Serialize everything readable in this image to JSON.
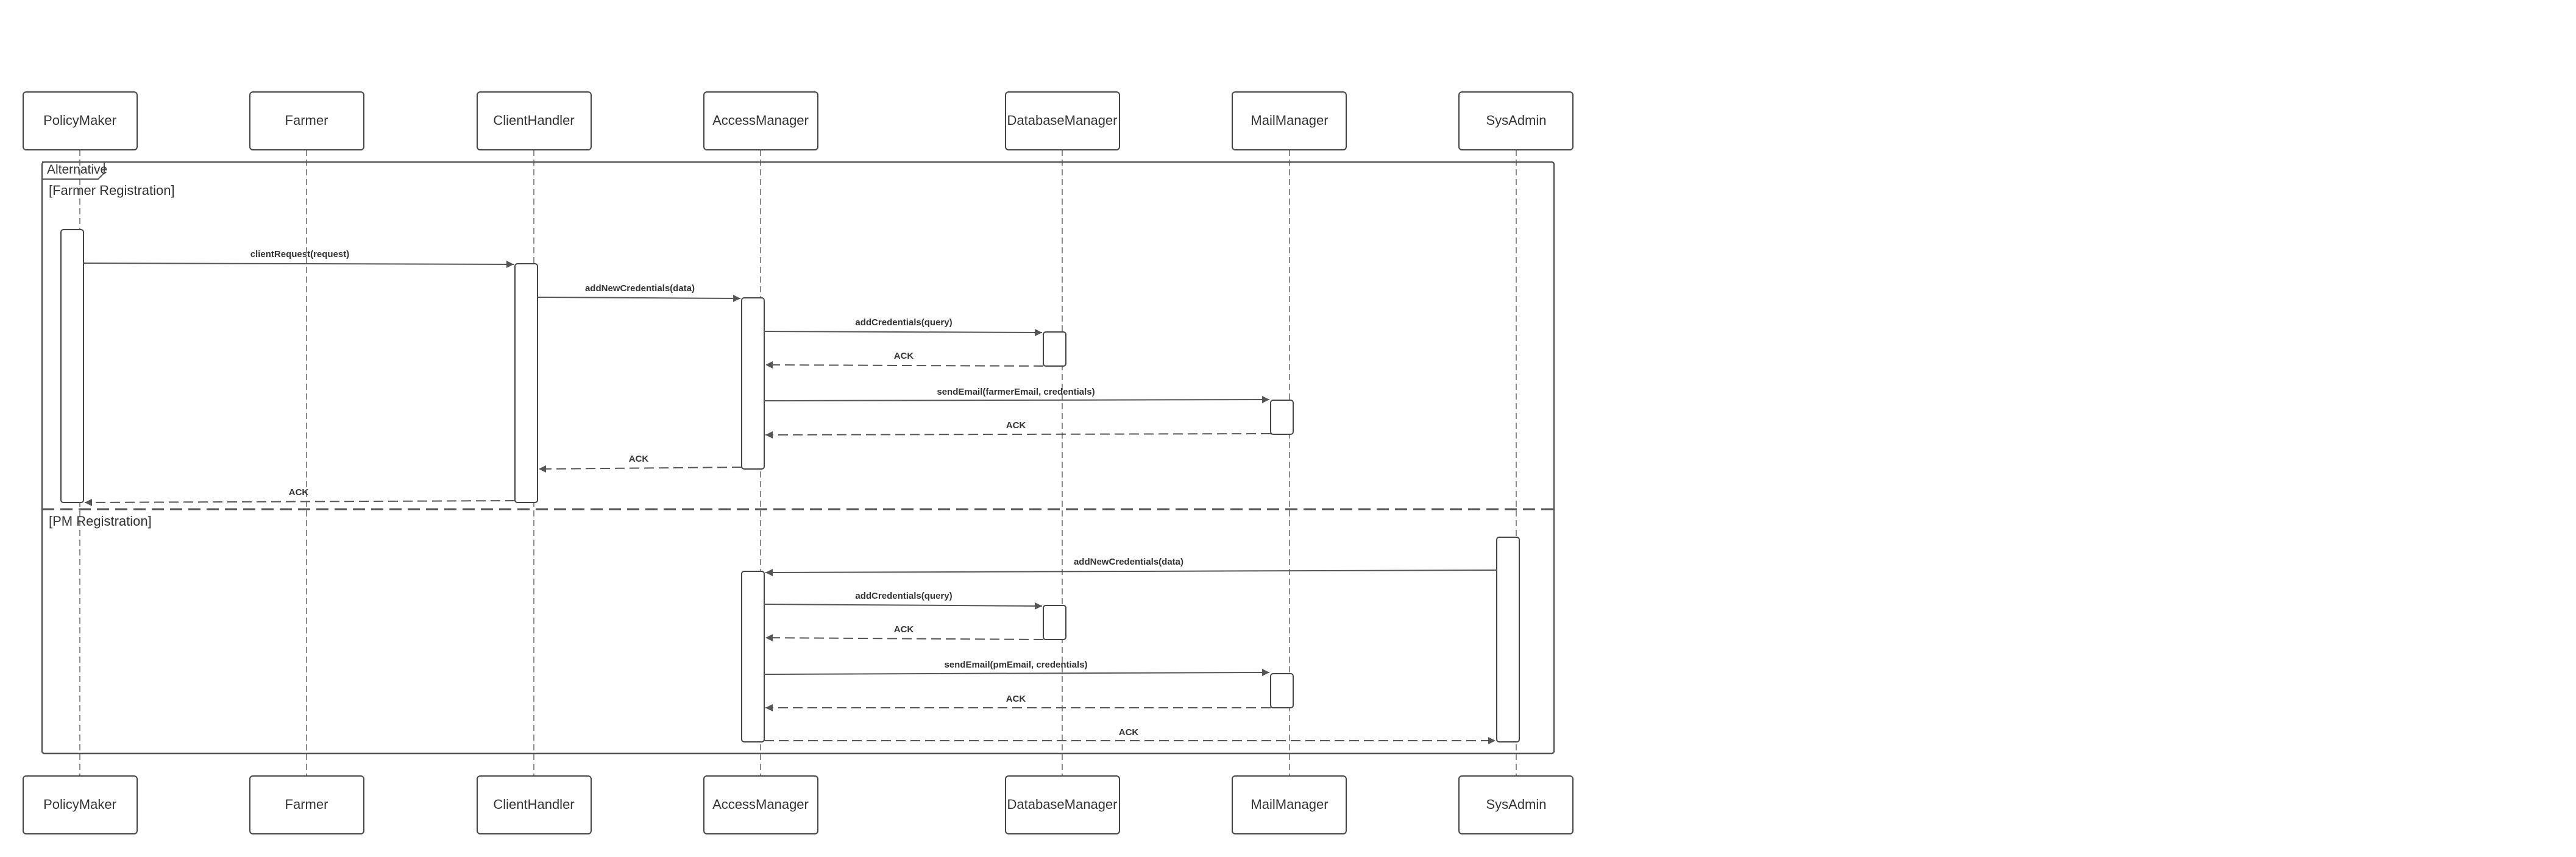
{
  "participants": [
    {
      "id": "policymaker",
      "label": "PolicyMaker"
    },
    {
      "id": "farmer",
      "label": "Farmer"
    },
    {
      "id": "clienthandler",
      "label": "ClientHandler"
    },
    {
      "id": "accessmanager",
      "label": "AccessManager"
    },
    {
      "id": "databasemanager",
      "label": "DatabaseManager"
    },
    {
      "id": "mailmanager",
      "label": "MailManager"
    },
    {
      "id": "sysadmin",
      "label": "SysAdmin"
    }
  ],
  "fragment": {
    "title": "Alternative",
    "guards": [
      "[Farmer Registration]",
      "[PM Registration]"
    ]
  },
  "messages": [
    {
      "from": "policymaker",
      "to": "clienthandler",
      "label": "clientRequest(request)",
      "style": "solid"
    },
    {
      "from": "clienthandler",
      "to": "accessmanager",
      "label": "addNewCredentials(data)",
      "style": "solid"
    },
    {
      "from": "accessmanager",
      "to": "databasemanager",
      "label": "addCredentials(query)",
      "style": "solid"
    },
    {
      "from": "databasemanager",
      "to": "accessmanager",
      "label": "ACK",
      "style": "dashed"
    },
    {
      "from": "accessmanager",
      "to": "mailmanager",
      "label": "sendEmail(farmerEmail, credentials)",
      "style": "solid"
    },
    {
      "from": "mailmanager",
      "to": "accessmanager",
      "label": "ACK",
      "style": "dashed"
    },
    {
      "from": "accessmanager",
      "to": "clienthandler",
      "label": "ACK",
      "style": "dashed"
    },
    {
      "from": "clienthandler",
      "to": "policymaker",
      "label": "ACK",
      "style": "dashed"
    },
    {
      "from": "sysadmin",
      "to": "accessmanager",
      "label": "addNewCredentials(data)",
      "style": "solid"
    },
    {
      "from": "accessmanager",
      "to": "databasemanager",
      "label": "addCredentials(query)",
      "style": "solid"
    },
    {
      "from": "databasemanager",
      "to": "accessmanager",
      "label": "ACK",
      "style": "dashed"
    },
    {
      "from": "accessmanager",
      "to": "mailmanager",
      "label": "sendEmail(pmEmail, credentials)",
      "style": "solid"
    },
    {
      "from": "mailmanager",
      "to": "accessmanager",
      "label": "ACK",
      "style": "dashed"
    },
    {
      "from": "accessmanager",
      "to": "sysadmin",
      "label": "ACK",
      "style": "dashed"
    }
  ],
  "colors": {
    "line": "#555555",
    "box_stroke": "#444444",
    "text": "#333333",
    "background": "#ffffff"
  }
}
